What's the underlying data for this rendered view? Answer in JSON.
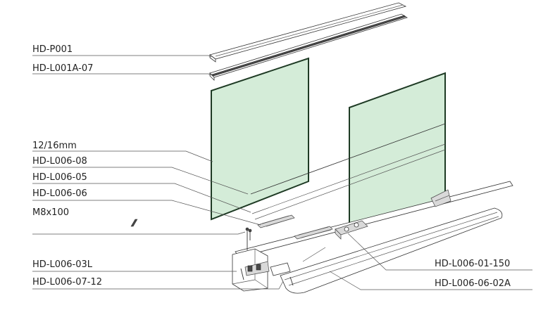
{
  "diagram": {
    "labels_left": [
      {
        "id": "p001",
        "text": "HD-P001"
      },
      {
        "id": "l001a",
        "text": "HD-L001A-07"
      },
      {
        "id": "glass",
        "text": "12/16mm"
      },
      {
        "id": "l006-08",
        "text": "HD-L006-08"
      },
      {
        "id": "l006-05",
        "text": "HD-L006-05"
      },
      {
        "id": "l006-06",
        "text": "HD-L006-06"
      },
      {
        "id": "m8",
        "text": "M8x100"
      },
      {
        "id": "l006-03l",
        "text": "HD-L006-03L"
      },
      {
        "id": "l006-07-12",
        "text": "HD-L006-07-12"
      }
    ],
    "labels_right": [
      {
        "id": "l006-01-150",
        "text": "HD-L006-01-150"
      },
      {
        "id": "l006-06-02a",
        "text": "HD-L006-06-02A"
      }
    ],
    "colors": {
      "glass_fill": "#d4ecd8",
      "glass_edge": "#1e3a24",
      "line": "#333333",
      "text": "#222222"
    }
  }
}
